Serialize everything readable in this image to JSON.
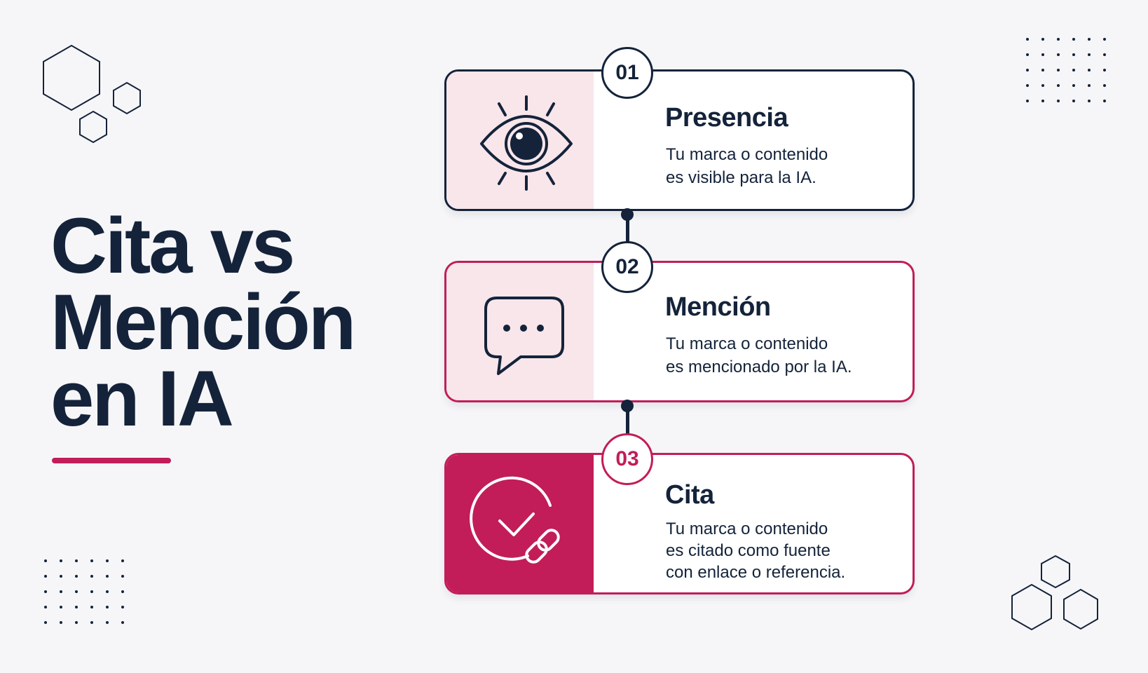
{
  "title": {
    "lines": [
      "Cita vs",
      "Mención",
      "en IA"
    ]
  },
  "colors": {
    "navy": "#14233a",
    "accent": "#c21d58",
    "pink_bg": "#f8e6ea",
    "background": "#f6f6f8"
  },
  "steps": [
    {
      "number": "01",
      "title": "Presencia",
      "description": [
        "Tu marca o contenido",
        "es visible para la IA."
      ],
      "icon": "eye-icon"
    },
    {
      "number": "02",
      "title": "Mención",
      "description": [
        "Tu marca o contenido",
        "es mencionado por la IA."
      ],
      "icon": "speech-bubble-icon"
    },
    {
      "number": "03",
      "title": "Cita",
      "description": [
        "Tu marca o contenido",
        "es citado como fuente",
        "con enlace o referencia."
      ],
      "icon": "check-link-icon"
    }
  ],
  "decorations": [
    "hexagons-icon",
    "dot-grid-icon"
  ]
}
